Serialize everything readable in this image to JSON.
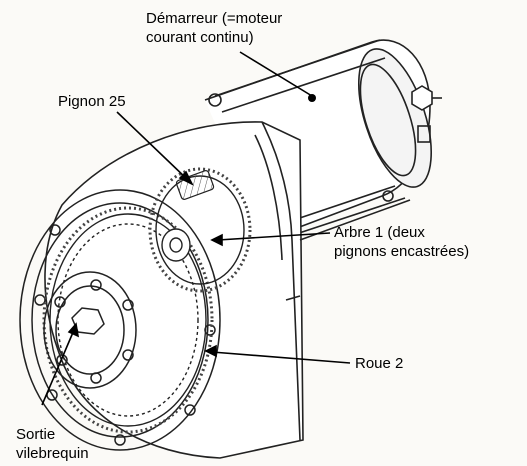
{
  "labels": {
    "starter": [
      "Démarreur (=moteur",
      "courant continu)"
    ],
    "pinion": "Pignon 25",
    "shaft": [
      "Arbre 1 (deux",
      "pignons  encastrées)"
    ],
    "wheel": "Roue 2",
    "crank": [
      "Sortie",
      "vilebrequin"
    ]
  }
}
